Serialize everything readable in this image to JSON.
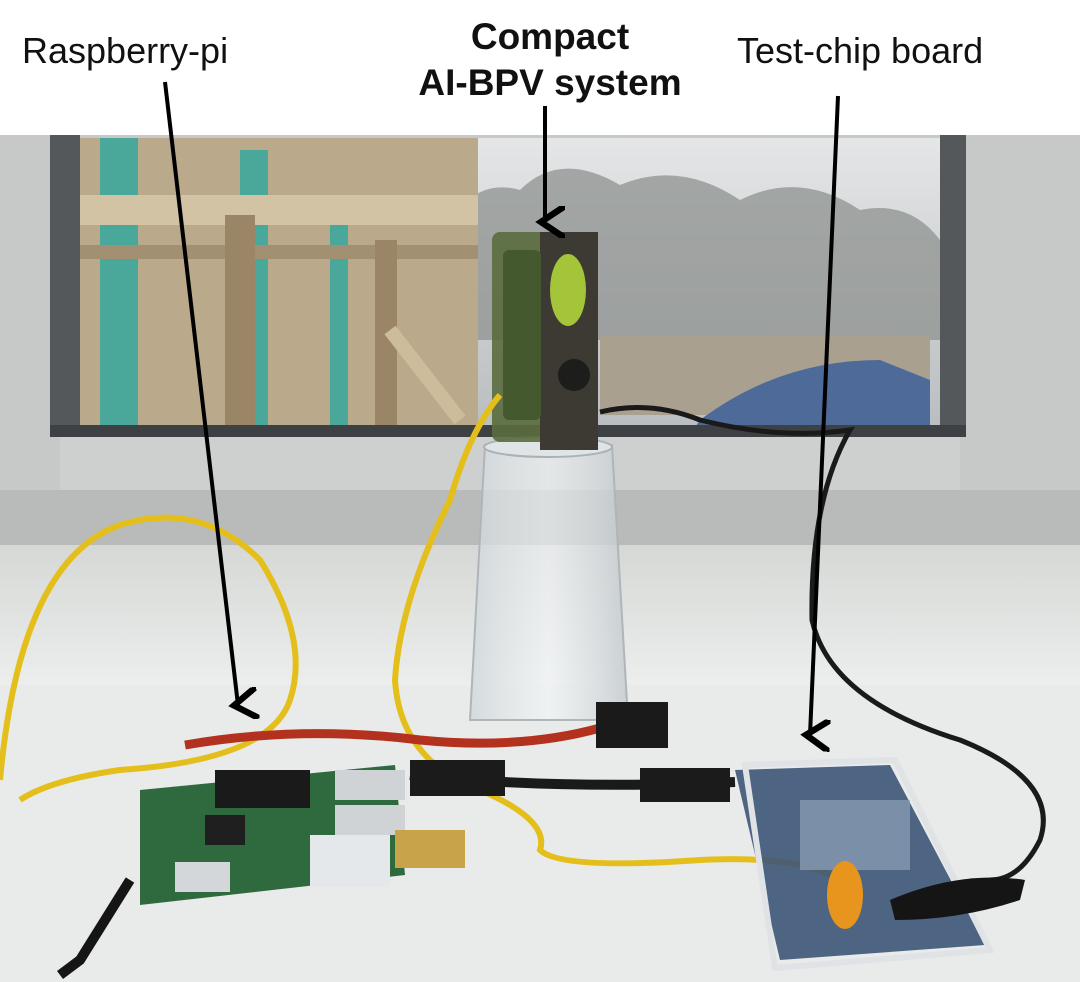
{
  "annotations": {
    "raspberry_pi": "Raspberry-pi",
    "system_line1": "Compact",
    "system_line2": "AI-BPV system",
    "test_chip": "Test-chip board"
  },
  "colors": {
    "sky": "#d9dcdf",
    "window_frame": "#c9cccb",
    "fence_wood": "#b9a98e",
    "fence_teal": "#4fb3a6",
    "cable_yellow": "#e6c21a",
    "pcb_green": "#2f6a3f",
    "arrow": "#000000"
  }
}
